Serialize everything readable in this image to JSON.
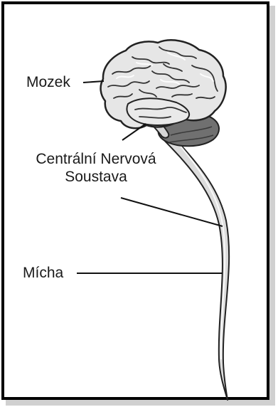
{
  "labels": {
    "brain": "Mozek",
    "cns_line1": "Centrální Nervová",
    "cns_line2": "Soustava",
    "spinal_cord": "Mícha"
  },
  "colors": {
    "frame": "#000000",
    "shadow": "#d0d0d0",
    "brain_fill": "#e6e6e6",
    "brain_stroke": "#333333",
    "cerebellum": "#6f6f6f",
    "cord_fill": "#dcdcdc"
  }
}
